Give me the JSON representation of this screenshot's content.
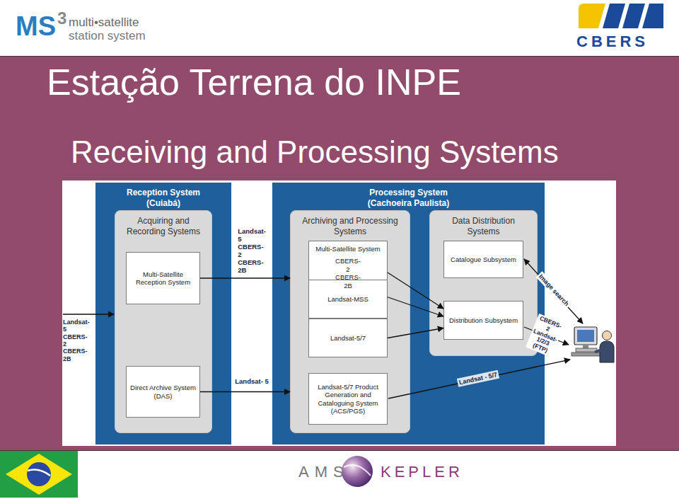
{
  "diagram": {
    "title": "Estação Terrena do INPE",
    "nodes": [
      {
        "text": [
          "Reception System (Cuiabá)"
        ]
      },
      {
        "text": [
          "Acquiring and Recording Systems"
        ],
        "in": 0
      },
      {
        "text": [
          "Multi-Satellite Reception System"
        ],
        "in": 1
      },
      {
        "text": [
          "Direct Archive System (DAS)"
        ],
        "in": 1
      },
      {
        "text": [
          "Processing System (Cachoeira Paulista)"
        ]
      },
      {
        "text": [
          "Archiving and Processing Systems"
        ],
        "in": 4
      },
      {
        "text": [
          "Multi-Satellite System",
          "CBERS-2 CBERS-2B"
        ],
        "in": 5
      },
      {
        "text": [
          "Landsat-MSS"
        ],
        "in": 5
      },
      {
        "text": [
          "Landsat-5/7"
        ],
        "in": 5
      },
      {
        "text": [
          "Landsat-5/7 Product Generation and Cataloguing System (ACS/PGS)"
        ],
        "in": 5
      },
      {
        "text": [
          "Data Distribution Systems"
        ],
        "in": 4
      },
      {
        "text": [
          "Catalogue Subsystem"
        ],
        "in": 10
      },
      {
        "text": [
          "Distribution Subsystem"
        ],
        "in": 10
      }
    ],
    "edges": [
      {
        "from": 2,
        "to": 5,
        "arrow": "to",
        "label": "Landsat-5 CBERS-2 CBERS-2B"
      },
      {
        "from": 3,
        "to": 5,
        "arrow": "to",
        "label": "Landsat- 5"
      },
      {
        "from": 6,
        "to": 12,
        "arrow": "to"
      },
      {
        "from": 7,
        "to": 12,
        "arrow": "to"
      },
      {
        "from": 8,
        "to": 12,
        "arrow": "to"
      }
    ],
    "labels": [
      "MS",
      "3",
      "multi•satellite",
      "station system",
      "CBERS",
      "Receiving and Processing Systems",
      "Landsat-5 CBERS-2 CBERS-2B",
      "Image search",
      "CBERS-2 Landsat-1/2/3 (FTP)",
      "Landsat - 5/7",
      "AMS",
      "KEPLER"
    ]
  }
}
